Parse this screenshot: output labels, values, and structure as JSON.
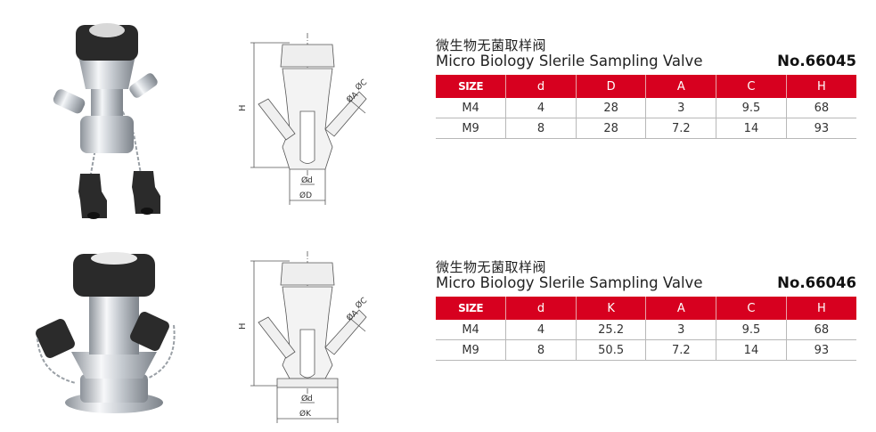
{
  "products": [
    {
      "title_cn": "微生物无菌取样阀",
      "title_en": "Micro Biology Slerile Sampling Valve",
      "model_no": "No.66045",
      "drawing_labels": {
        "height": "H",
        "outer_dia": "ØC",
        "inner_dia": "ØA",
        "bore": "Ød",
        "base": "ØD"
      },
      "table": {
        "headers": [
          "SIZE",
          "d",
          "D",
          "A",
          "C",
          "H"
        ],
        "rows": [
          [
            "M4",
            "4",
            "28",
            "3",
            "9.5",
            "68"
          ],
          [
            "M9",
            "8",
            "28",
            "7.2",
            "14",
            "93"
          ]
        ]
      }
    },
    {
      "title_cn": "微生物无菌取样阀",
      "title_en": "Micro Biology Slerile Sampling Valve",
      "model_no": "No.66046",
      "drawing_labels": {
        "height": "H",
        "outer_dia": "ØC",
        "inner_dia": "ØA",
        "bore": "Ød",
        "base": "ØK"
      },
      "table": {
        "headers": [
          "SIZE",
          "d",
          "K",
          "A",
          "C",
          "H"
        ],
        "rows": [
          [
            "M4",
            "4",
            "25.2",
            "3",
            "9.5",
            "68"
          ],
          [
            "M9",
            "8",
            "50.5",
            "7.2",
            "14",
            "93"
          ]
        ]
      }
    }
  ],
  "colors": {
    "header_red": "#d7001f",
    "knob_black": "#2a2a2a",
    "steel": "#c8ccd2"
  }
}
